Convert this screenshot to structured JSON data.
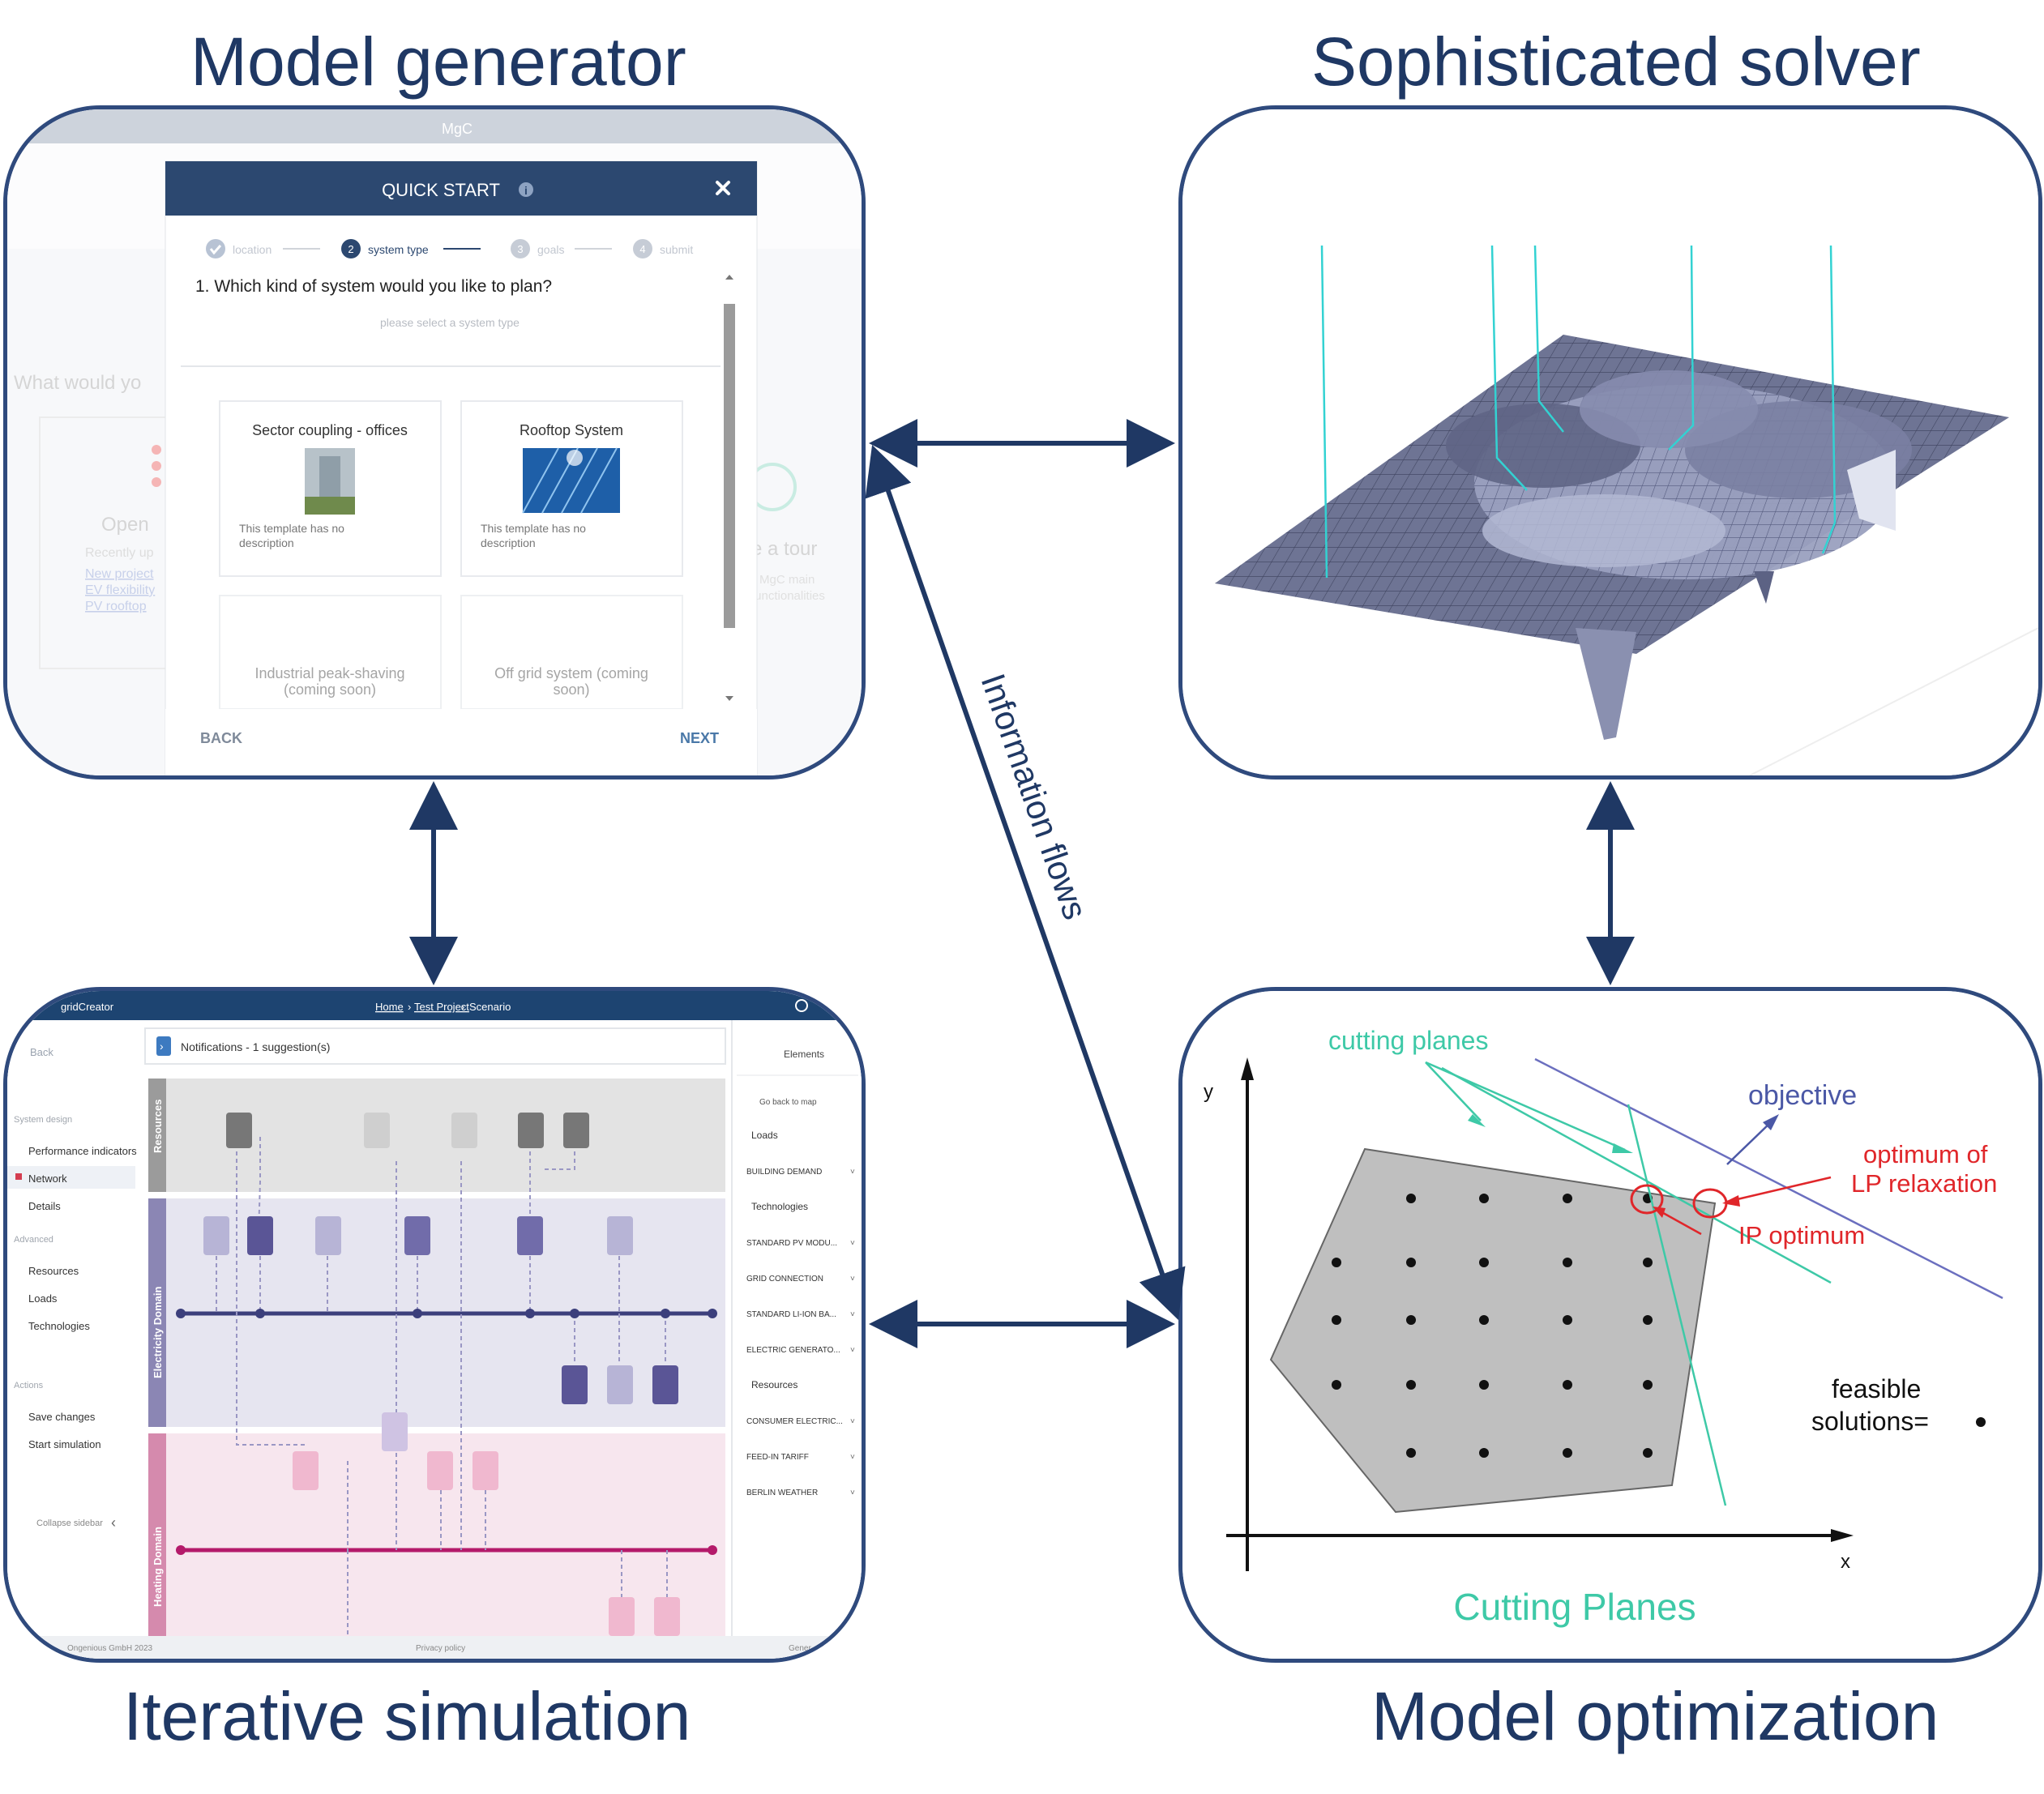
{
  "headings": {
    "model_generator": "Model generator",
    "solver": "Sophisticated solver",
    "simulation": "Iterative simulation",
    "optimization": "Model optimization",
    "info_flows": "Information flows"
  },
  "colors": {
    "navy": "#1f3864",
    "panel_border": "#2f4a7d",
    "quickstart_header": "#2c4870",
    "teal": "#3ec9a7",
    "red": "#e0262a",
    "objective": "#6b6fbf"
  },
  "quickstart": {
    "app_name": "MgC",
    "title": "QUICK START",
    "steps": [
      "location",
      "system type",
      "goals",
      "submit"
    ],
    "step_numbers": [
      "2",
      "3",
      "4"
    ],
    "question": "1. Which kind of system would you like to plan?",
    "hint": "please select a system type",
    "cards": [
      {
        "title": "Sector coupling - offices",
        "desc1": "This template has no",
        "desc2": "description"
      },
      {
        "title": "Rooftop System",
        "desc1": "This template has no",
        "desc2": "description"
      },
      {
        "title1": "Industrial peak-shaving",
        "title2": "(coming soon)"
      },
      {
        "title1": "Off grid system (coming",
        "title2": "soon)"
      }
    ],
    "back": "BACK",
    "next": "NEXT",
    "bg_heading": "What would yo",
    "bg_open": "Open",
    "bg_tour": "e a tour",
    "bg_recent": "Recently up",
    "bg_links": [
      "New project",
      "EV flexibility",
      "PV rooftop"
    ],
    "bg_tour_desc1": "MgC main",
    "bg_tour_desc2": "functionalities"
  },
  "gridcreator": {
    "brand": "gridCreator",
    "breadcrumb": [
      "Home",
      "Test Project",
      "Scenario"
    ],
    "back": "Back",
    "sections": {
      "system_design": "System design",
      "advanced": "Advanced",
      "actions": "Actions"
    },
    "sidebar_design": [
      "Performance indicators",
      "Network",
      "Details"
    ],
    "sidebar_advanced": [
      "Resources",
      "Loads",
      "Technologies"
    ],
    "sidebar_actions": [
      "Save changes",
      "Start simulation"
    ],
    "collapse": "Collapse sidebar",
    "notifications": "Notifications - 1 suggestion(s)",
    "lanes": [
      "Resources",
      "Electricity Domain",
      "Heating Domain"
    ],
    "elements_title": "Elements",
    "go_back": "Go back to map",
    "elements": [
      "Loads",
      "BUILDING DEMAND",
      "Technologies",
      "STANDARD PV MODU...",
      "GRID CONNECTION",
      "STANDARD LI-ION BA...",
      "ELECTRIC GENERATO...",
      "Resources",
      "CONSUMER ELECTRIC...",
      "FEED-IN TARIFF",
      "BERLIN WEATHER"
    ],
    "footer_left": "Ongenious GmbH 2023",
    "footer_mid": "Privacy policy",
    "footer_right": "Gener"
  },
  "optimization_plot": {
    "y_label": "y",
    "x_label": "x",
    "cutting_planes": "cutting planes",
    "objective": "objective",
    "lp_line1": "optimum of",
    "lp_line2": "LP relaxation",
    "ip_optimum": "IP optimum",
    "feasible1": "feasible",
    "feasible2": "solutions=",
    "caption": "Cutting Planes"
  }
}
